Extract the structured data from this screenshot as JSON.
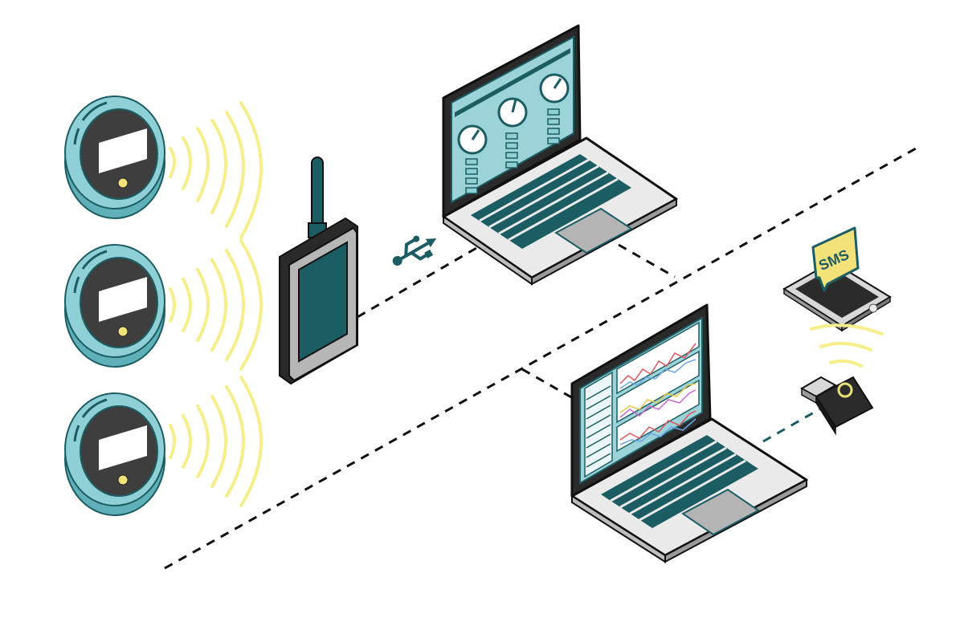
{
  "diagram": {
    "sms_badge": {
      "label": "SMS"
    },
    "sensors": [
      {
        "id": "sensor-1"
      },
      {
        "id": "sensor-2"
      },
      {
        "id": "sensor-3"
      }
    ],
    "icons": {
      "usb": "usb-icon",
      "wireless": "wireless-waves-icon"
    },
    "colors": {
      "teal_dark": "#1b5d63",
      "teal_light": "#8fd0d6",
      "charcoal": "#2b2b2b",
      "device_gray": "#5a5a5a",
      "screen_bg": "#9bd3d8",
      "signal_yellow": "#f6ee8a",
      "badge_yellow": "#f3e27a",
      "line_black": "#111111"
    }
  }
}
